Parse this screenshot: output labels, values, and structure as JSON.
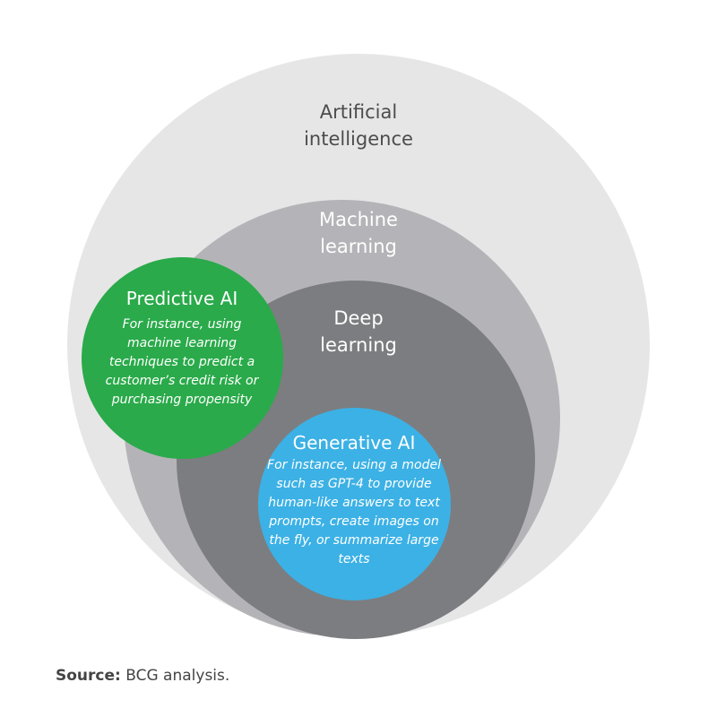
{
  "circles": {
    "artificial_intelligence": {
      "label_lines": [
        "Artificial",
        "intelligence"
      ],
      "color": "#e6e6e7"
    },
    "machine_learning": {
      "label_lines": [
        "Machine",
        "learning"
      ],
      "color": "#b4b4b8"
    },
    "deep_learning": {
      "label_lines": [
        "Deep",
        "learning"
      ],
      "color": "#7c7d80"
    },
    "predictive_ai": {
      "title": "Predictive AI",
      "description_lines": [
        "For instance, using",
        "machine learning",
        "techniques to predict a",
        "customer’s credit risk or",
        "purchasing propensity"
      ],
      "color": "#2aaa4a"
    },
    "generative_ai": {
      "title": "Generative AI",
      "description_lines": [
        "For instance, using a model",
        "such as GPT-4 to provide",
        "human-like answers to text",
        "prompts, create images on",
        "the fly, or summarize large",
        "texts"
      ],
      "color": "#3cb1e5"
    }
  },
  "source": {
    "label": "Source:",
    "text": "BCG analysis."
  }
}
